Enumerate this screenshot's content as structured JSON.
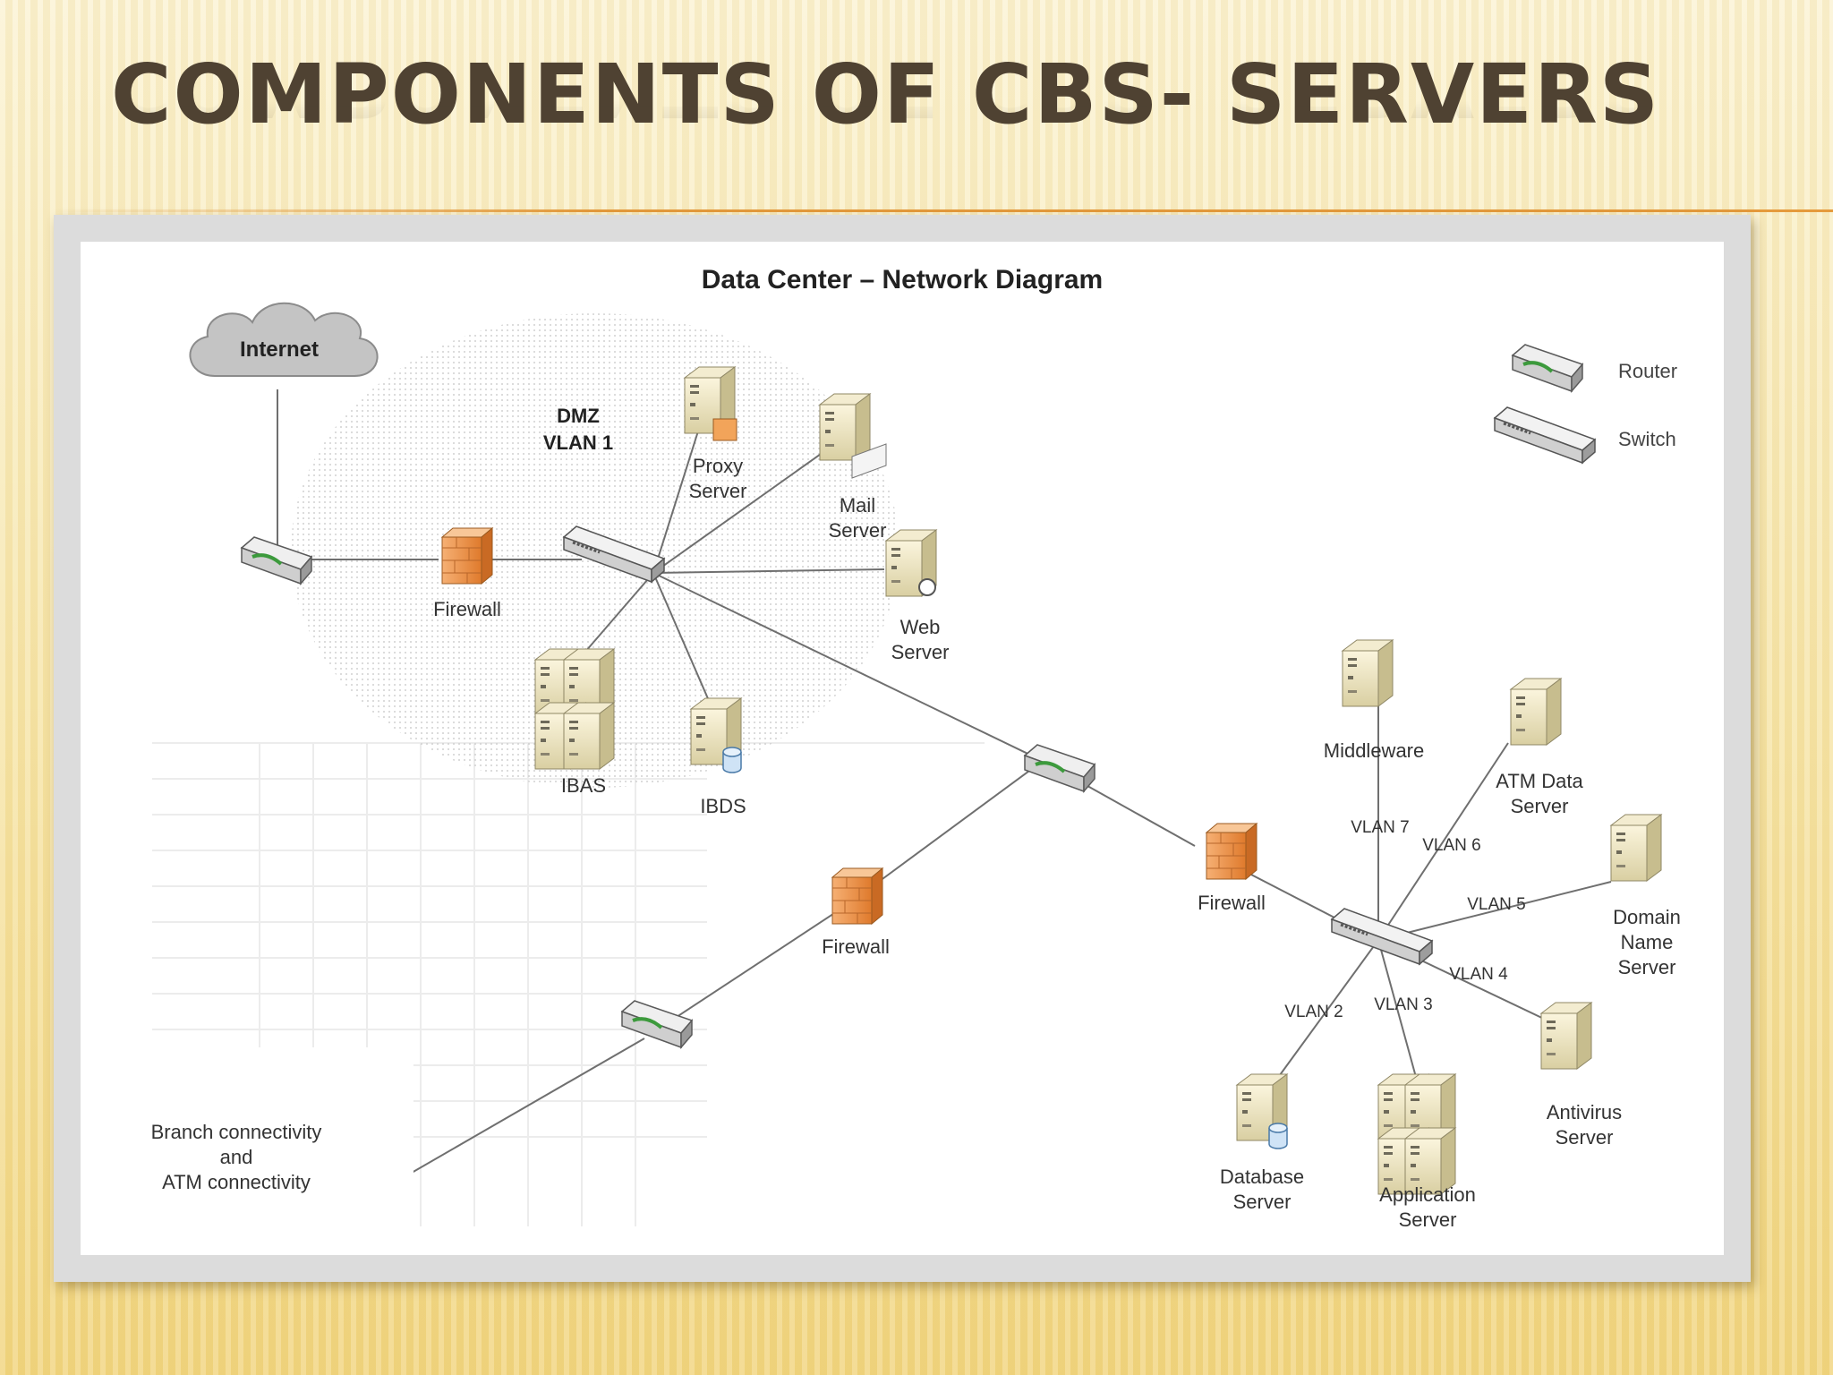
{
  "slide": {
    "title": "COMPONENTS OF CBS- SERVERS"
  },
  "diagram": {
    "title": "Data Center – Network Diagram",
    "internet": "Internet",
    "dmz": {
      "line1": "DMZ",
      "line2": "VLAN 1"
    },
    "legend": {
      "router": "Router",
      "switch": "Switch"
    },
    "firewall_label": "Firewall",
    "servers": {
      "proxy": [
        "Proxy",
        "Server"
      ],
      "mail": [
        "Mail",
        "Server"
      ],
      "web": [
        "Web",
        "Server"
      ],
      "ibas": "IBAS",
      "ibds": "IBDS",
      "middleware": "Middleware",
      "atm": [
        "ATM Data",
        "Server"
      ],
      "dns": [
        "Domain",
        "Name",
        "Server"
      ],
      "antivirus": [
        "Antivirus",
        "Server"
      ],
      "database": [
        "Database",
        "Server"
      ],
      "application": [
        "Application",
        "Server"
      ]
    },
    "vlans": {
      "v2": "VLAN 2",
      "v3": "VLAN 3",
      "v4": "VLAN 4",
      "v5": "VLAN 5",
      "v6": "VLAN 6",
      "v7": "VLAN 7"
    },
    "branch": [
      "Branch connectivity",
      "and",
      "ATM connectivity"
    ]
  }
}
